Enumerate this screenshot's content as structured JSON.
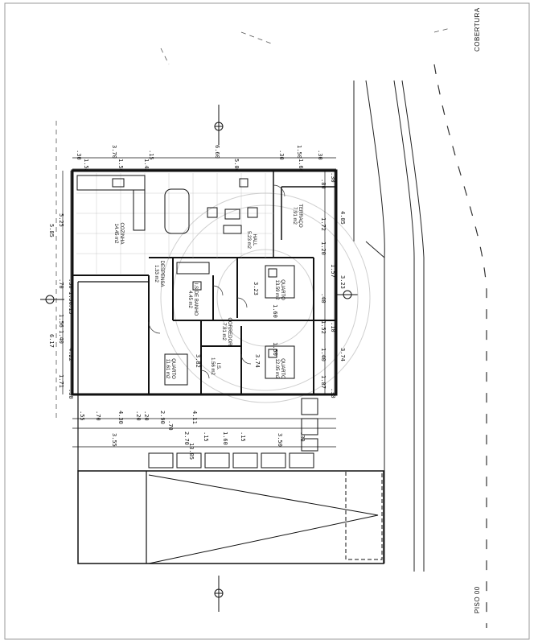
{
  "sheet": {
    "cobertura_label": "COBERTURA",
    "piso_label": "PISO 00"
  },
  "rooms": [
    {
      "name": "COZINHA",
      "area": "14.45 m2"
    },
    {
      "name": "DESPENSA",
      "area": "1.33 m2"
    },
    {
      "name": "I.S DE BANHO",
      "area": "4.45 m2"
    },
    {
      "name": "QUARTO",
      "area": "13.59 m2"
    },
    {
      "name": "CORREDOR",
      "area": "7.81 m2"
    },
    {
      "name": "QUARTO",
      "area": "11.61 m2"
    },
    {
      "name": "I.S.",
      "area": "1.56 m2"
    },
    {
      "name": "QUARTO",
      "area": "12.05 m2"
    },
    {
      "name": "TERRAÇO",
      "area": "7.91 m2"
    },
    {
      "name": "HALL",
      "area": "5.23 m2"
    }
  ],
  "top_dims": {
    "outer": [
      ".30",
      "3.70",
      ".15",
      "6.60",
      ".30",
      "1.50",
      ".30"
    ],
    "inner": [
      "1.58",
      "1.50",
      "1.42",
      "5.06",
      "1.60"
    ]
  },
  "left_dims": {
    "outer": [
      "5.85",
      "6.17"
    ],
    "inner": [
      "5.25",
      ".70",
      ".30",
      "1.50",
      ".15",
      "1.56",
      "1.40",
      "4.22",
      "1.71",
      ".30"
    ]
  },
  "right_dims": {
    "outer": [
      ".30",
      "4.05",
      "1.57",
      "3.23",
      "3.74",
      ".30"
    ],
    "inner": [
      ".80",
      "1.72",
      "1.20",
      ".40",
      "1.52",
      ".10",
      "1.40",
      "1.87"
    ]
  },
  "bottom_dims": {
    "outer": [
      "13.05",
      "3.55",
      "4.30",
      "3.50",
      "4.11"
    ],
    "inner": [
      ".70",
      "2.70",
      ".15",
      "1.60",
      ".15",
      ".30",
      ".55",
      ".20",
      "2.90",
      ".70",
      ".20"
    ]
  },
  "interior_dims": [
    "3.23",
    "3.82",
    "3.74",
    "1.60",
    "1.50"
  ]
}
